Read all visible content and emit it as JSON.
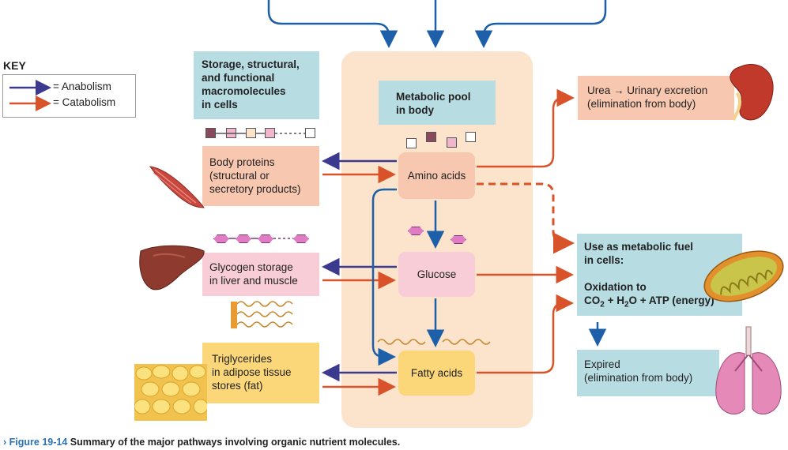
{
  "key": {
    "title": "KEY",
    "anabolism_label": "= Anabolism",
    "catabolism_label": "= Catabolism",
    "anabolism_color": "#3b3a8f",
    "catabolism_color": "#d9532a"
  },
  "storage_header": [
    "Storage, structural,",
    "and functional",
    "macromolecules",
    "in cells"
  ],
  "pool_header": [
    "Metabolic pool",
    "in body"
  ],
  "body_proteins": [
    "Body proteins",
    "(structural or",
    "secretory products)"
  ],
  "glycogen": [
    "Glycogen storage",
    "in liver and muscle"
  ],
  "triglycerides": [
    "Triglycerides",
    "in adipose tissue",
    "stores (fat)"
  ],
  "amino_acids": "Amino acids",
  "glucose": "Glucose",
  "fatty_acids": "Fatty acids",
  "urea": [
    "Urea → Urinary excretion",
    "(elimination from body)"
  ],
  "metabolic_fuel": {
    "line1": "Use as metabolic fuel",
    "line2": "in cells:",
    "line3": "Oxidation to",
    "formula": [
      "CO",
      "2",
      " + H",
      "2",
      "O + ATP (energy)"
    ]
  },
  "expired": [
    "Expired",
    "(elimination from body)"
  ],
  "caption": {
    "marker": "›",
    "figure": "Figure 19-14",
    "text": "Summary of the major pathways involving organic nutrient molecules."
  },
  "icons": [
    "muscle-icon",
    "liver-icon",
    "adipose-tissue-icon",
    "kidney-icon",
    "mitochondrion-icon",
    "lungs-icon"
  ]
}
